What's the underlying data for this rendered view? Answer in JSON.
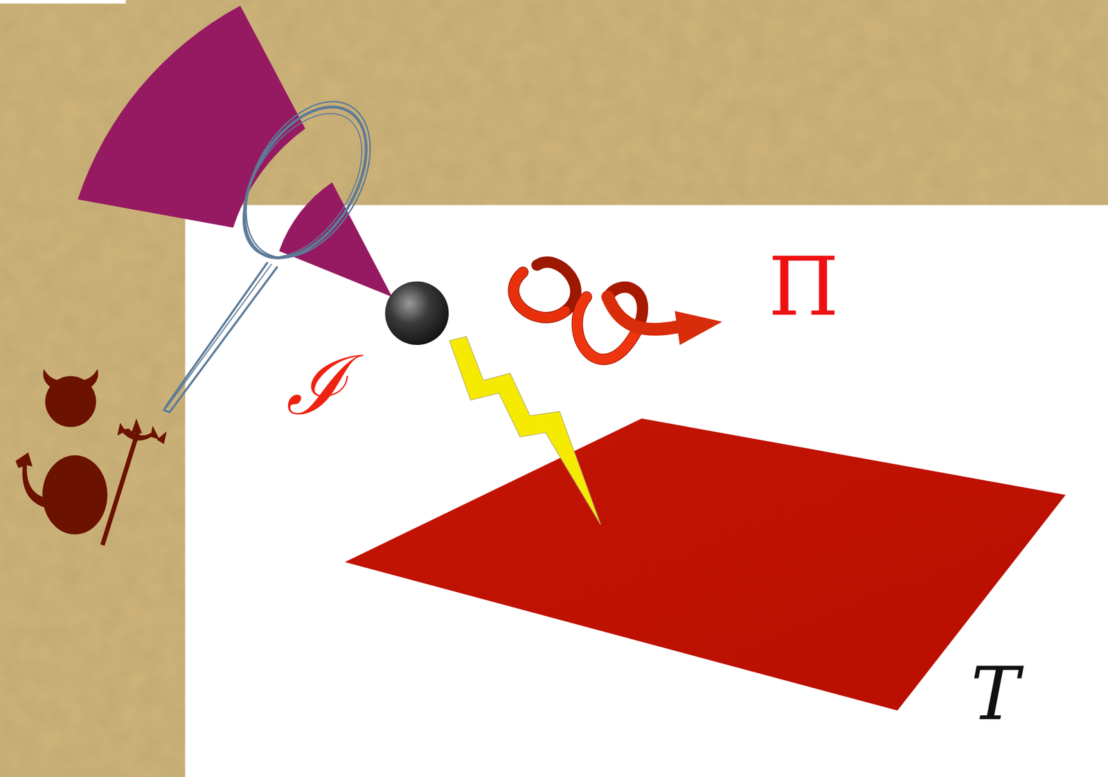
{
  "diagram": {
    "labels": [
      "ℐ",
      "Π",
      "T"
    ]
  }
}
